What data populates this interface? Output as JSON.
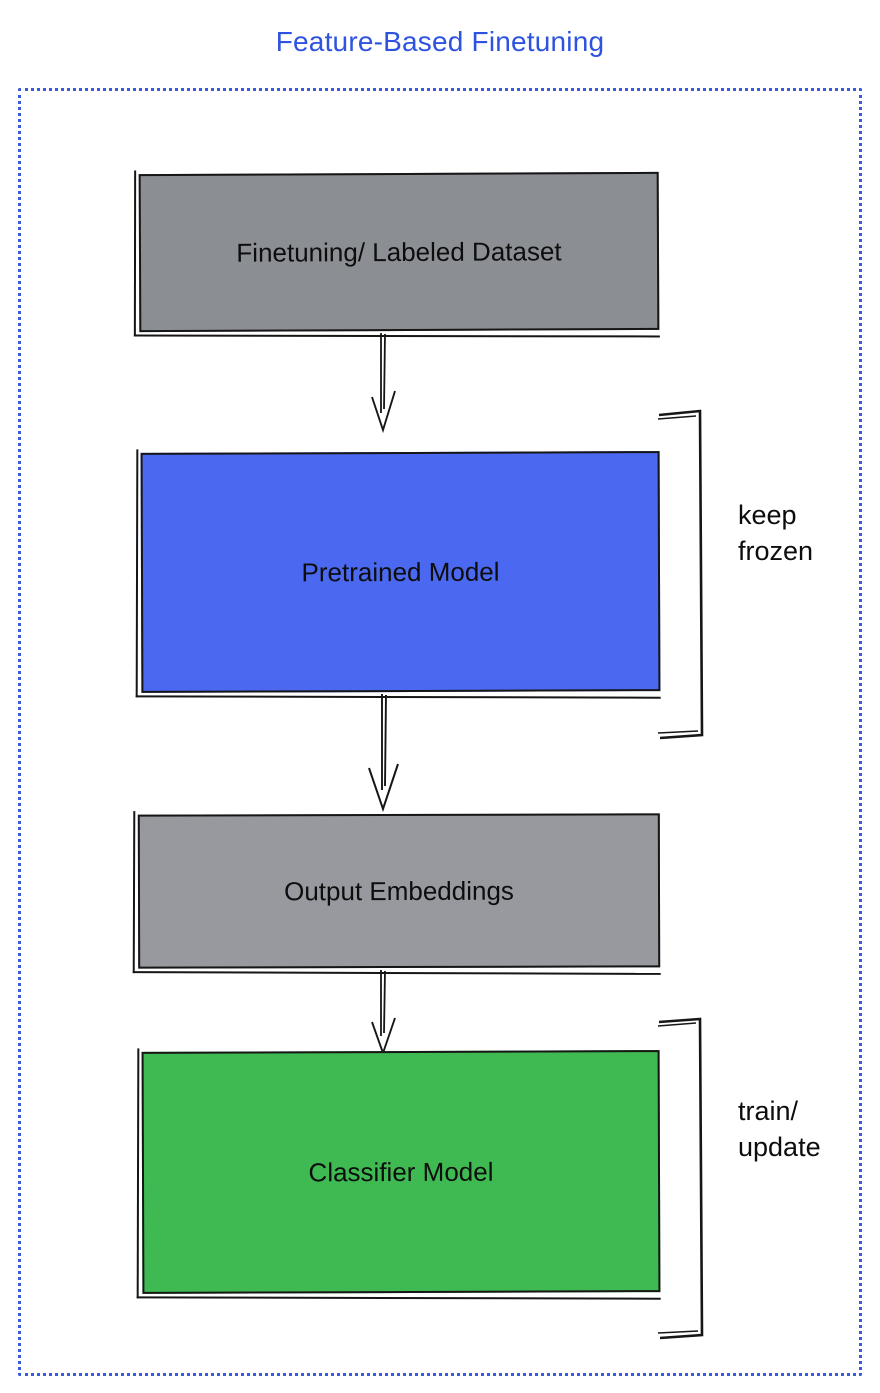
{
  "title": "Feature-Based Finetuning",
  "colors": {
    "title": "#2d53e0",
    "frame_border": "#3a5bd9",
    "dataset_box": "#8b8e93",
    "pretrained_box": "#4a68f0",
    "embeddings_box": "#97999f",
    "classifier_box": "#3fba52",
    "stroke": "#161616"
  },
  "nodes": {
    "dataset": {
      "label": "Finetuning/ Labeled Dataset"
    },
    "pretrained": {
      "label": "Pretrained Model"
    },
    "embeddings": {
      "label": "Output Embeddings"
    },
    "classifier": {
      "label": "Classifier Model"
    }
  },
  "annotations": {
    "keep_frozen": {
      "label": "keep\nfrozen"
    },
    "train_update": {
      "label": "train/\nupdate"
    }
  },
  "edges": [
    [
      "dataset",
      "pretrained"
    ],
    [
      "pretrained",
      "embeddings"
    ],
    [
      "embeddings",
      "classifier"
    ]
  ]
}
